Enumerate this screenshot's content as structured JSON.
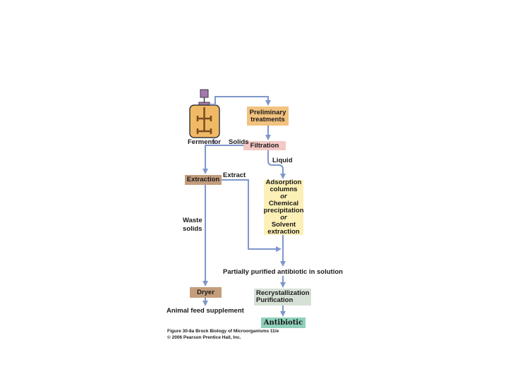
{
  "colors": {
    "arrow": "#7f97cc",
    "fermentor_body": "#f0b965",
    "fermentor_outline": "#3a3a3a",
    "motor": "#a47aae",
    "impeller": "#7a4d1f"
  },
  "labels": {
    "fermentor": "Fermentor",
    "solids": "Solids",
    "liquid": "Liquid",
    "extract": "Extract",
    "waste_1": "Waste",
    "waste_2": "solids",
    "partially_purified": "Partially purified antibiotic in solution",
    "animal_feed": "Animal feed supplement"
  },
  "boxes": {
    "preliminary": [
      "Preliminary",
      "treatments"
    ],
    "filtration": "Filtration",
    "extraction": "Extraction",
    "adsorption": [
      "Adsorption",
      "columns",
      "or",
      "Chemical",
      "precipitation",
      "or",
      "Solvent",
      "extraction"
    ],
    "dryer": "Dryer",
    "recrystallization": "Recrystallization",
    "purification": "Purification",
    "antibiotic": "Antibiotic"
  },
  "caption": {
    "line1": "Figure 30-8a  Brock Biology of Microorganisms 11/e",
    "line2": "© 2006 Pearson Prentice Hall, Inc."
  }
}
